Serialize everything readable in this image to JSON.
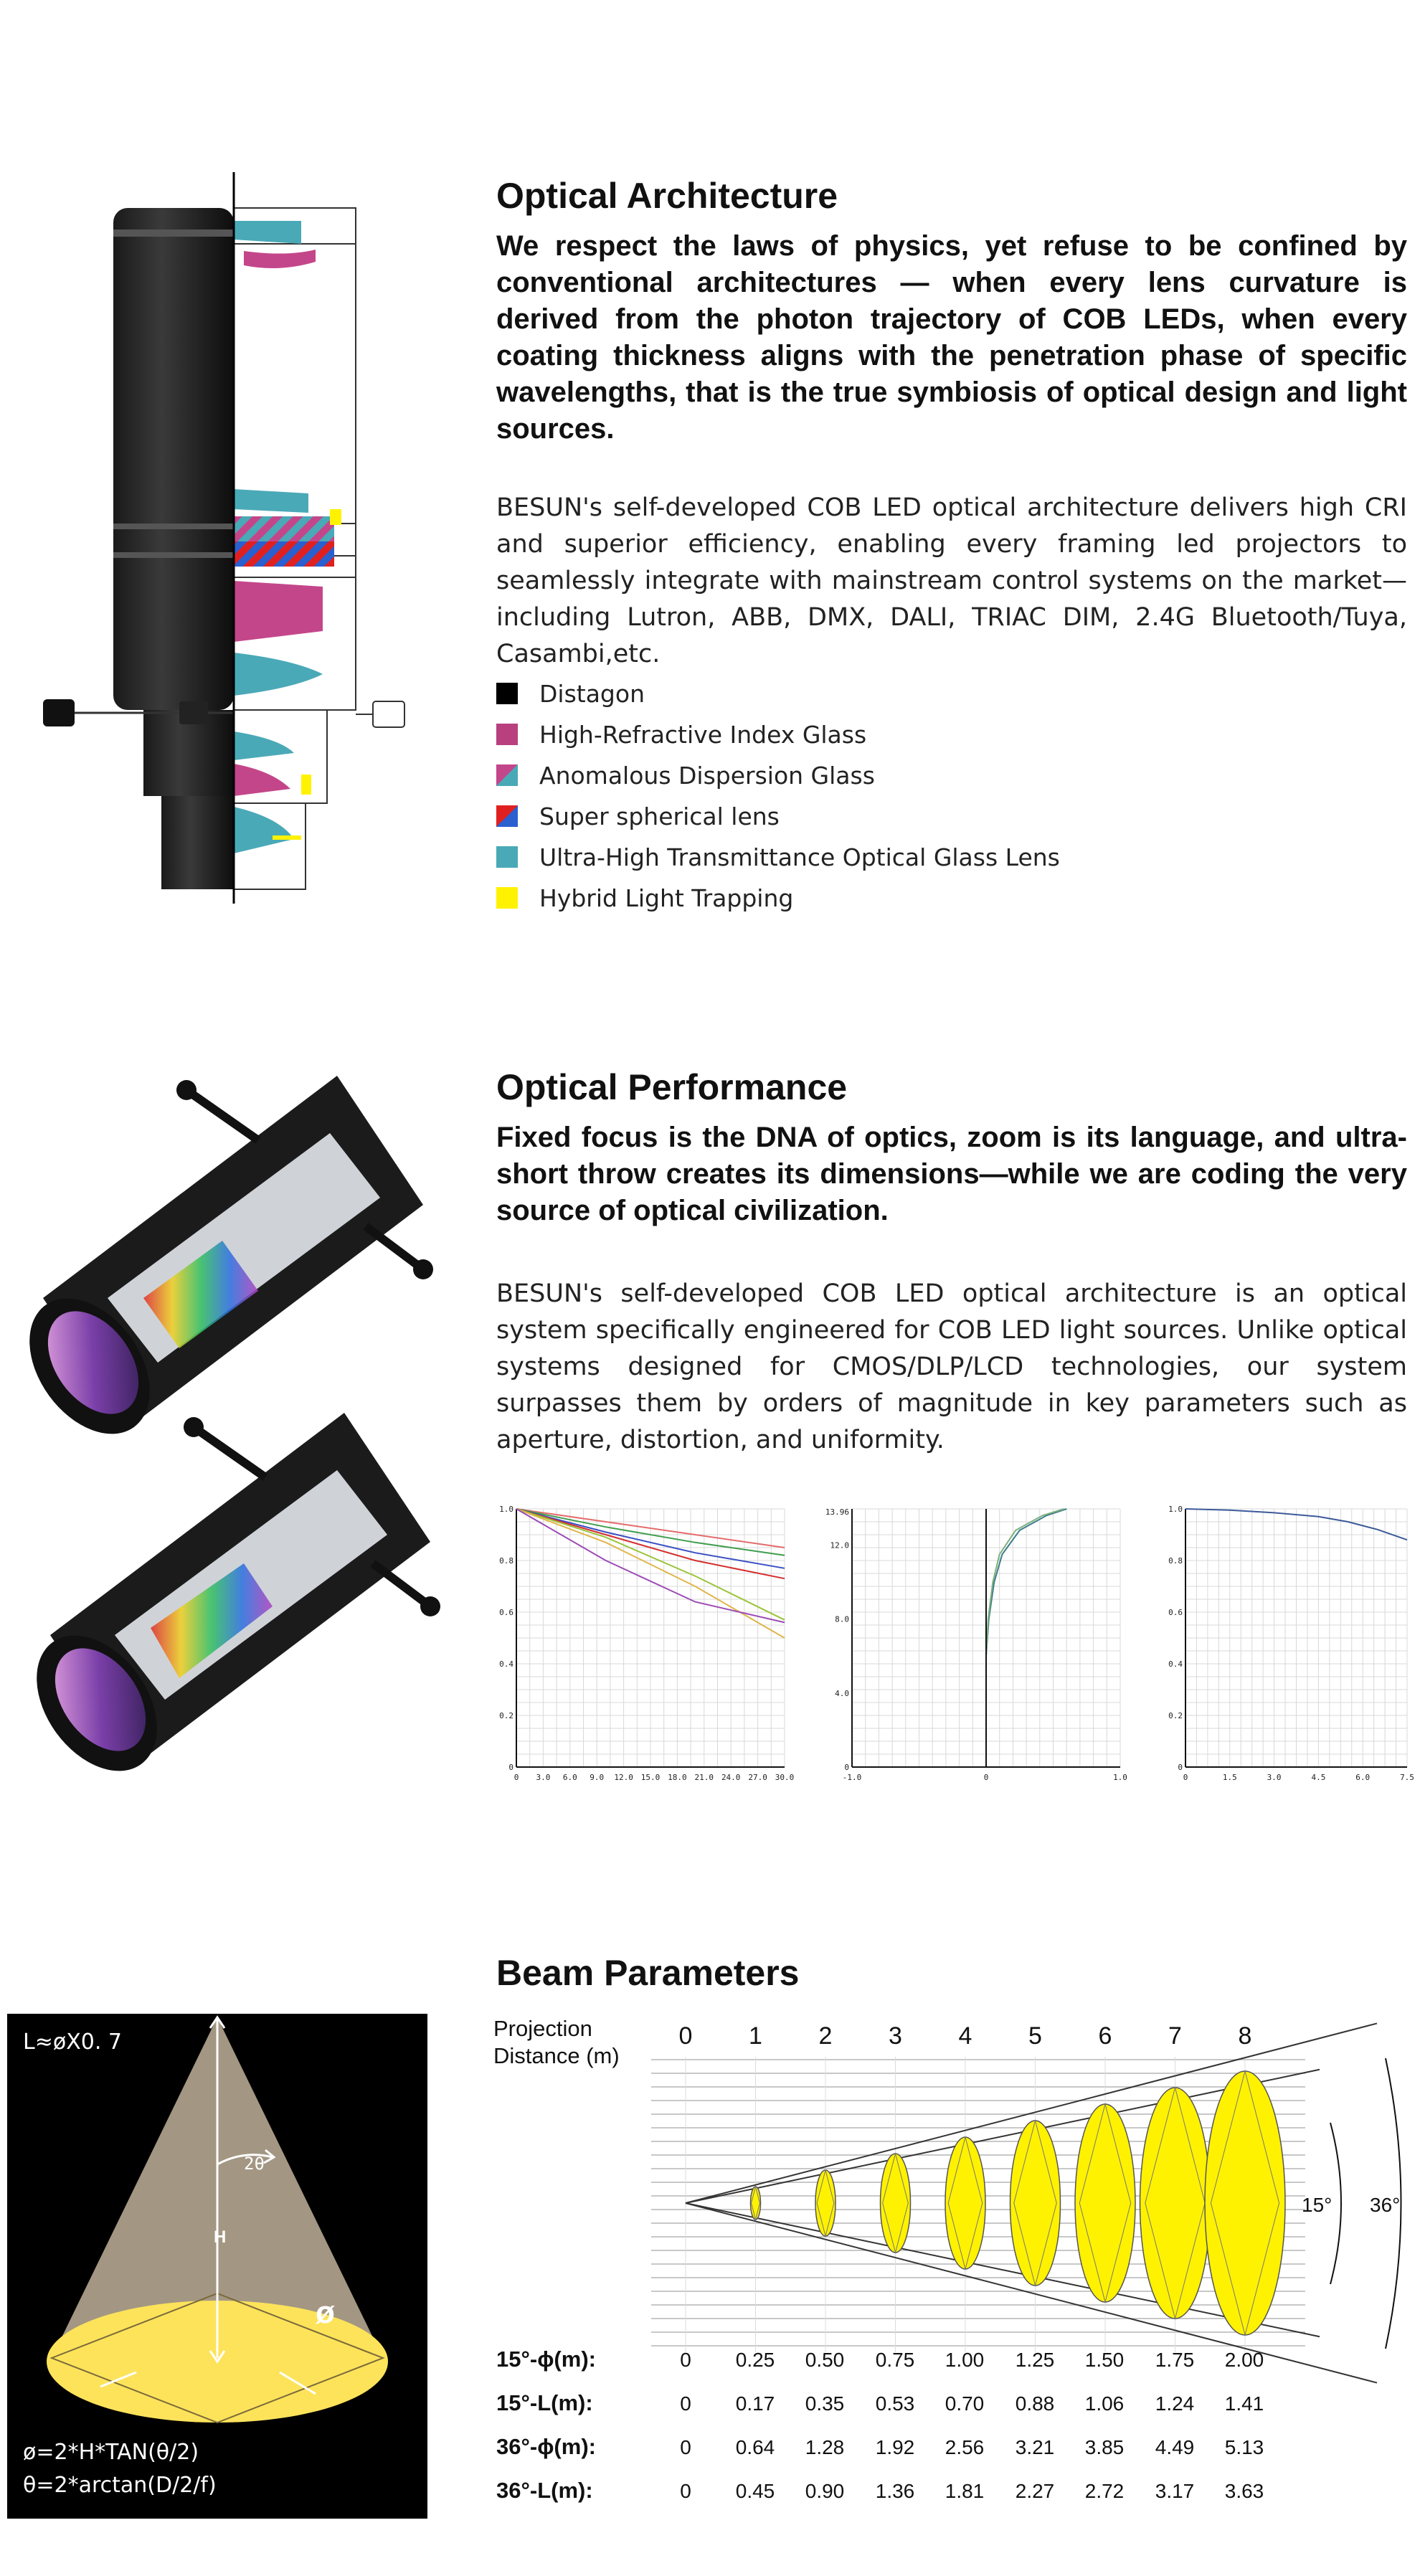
{
  "architecture": {
    "title": "Optical Architecture",
    "lead": "We respect the laws of physics, yet refuse to be confined by conventional architectures — when every lens curvature is derived from the photon trajectory of COB LEDs, when every coating thickness aligns with the penetration phase of specific wavelengths, that is the true symbiosis of optical design and light sources.",
    "body": "BESUN's self-developed COB LED optical architecture delivers high CRI and superior efficiency, enabling every framing led projectors to seamlessly integrate with mainstream control systems on the market—including Lutron, ABB, DMX, DALI, TRIAC DIM, 2.4G Bluetooth/Tuya, Casambi,etc.",
    "legend": [
      {
        "label": "Distagon",
        "color": "#000000"
      },
      {
        "label": "High-Refractive Index Glass",
        "color": "#b8407f"
      },
      {
        "label": "Anomalous Dispersion Glass",
        "color": "mixed-pink-teal"
      },
      {
        "label": "Super  spherical lens",
        "color": "mixed-red-blue"
      },
      {
        "label": "Ultra-High Transmittance Optical Glass Lens",
        "color": "#4aa9b7"
      },
      {
        "label": "Hybrid Light Trapping",
        "color": "#fff200"
      }
    ]
  },
  "performance": {
    "title": "Optical Performance",
    "lead": "Fixed focus is the DNA of optics, zoom is its language, and ultra-short throw creates its dimensions—while we are coding the very source of optical civilization.",
    "body": "BESUN's self-developed COB LED optical architecture is an optical system specifically engineered for COB LED light sources. Unlike optical systems designed for CMOS/DLP/LCD technologies, our system surpasses them by orders of magnitude in key parameters such as aperture, distortion, and uniformity."
  },
  "chart_data": [
    {
      "type": "line",
      "title": "",
      "x_ticks": [
        "0",
        "3.0",
        "6.0",
        "9.0",
        "12.0",
        "15.0",
        "18.0",
        "21.0",
        "24.0",
        "27.0",
        "30.0"
      ],
      "y_ticks": [
        "0",
        "0.2",
        "0.4",
        "0.6",
        "0.8",
        "1.0"
      ],
      "xlim": [
        0,
        30
      ],
      "ylim": [
        0,
        1
      ],
      "grid": true,
      "series": [
        {
          "color": "#e46c6c",
          "x": [
            0,
            10,
            20,
            30
          ],
          "y": [
            1.0,
            0.95,
            0.9,
            0.85
          ]
        },
        {
          "color": "#3f9e4d",
          "x": [
            0,
            10,
            20,
            30
          ],
          "y": [
            1.0,
            0.93,
            0.87,
            0.82
          ]
        },
        {
          "color": "#3a4fc4",
          "x": [
            0,
            10,
            20,
            30
          ],
          "y": [
            1.0,
            0.91,
            0.83,
            0.77
          ]
        },
        {
          "color": "#d32f2f",
          "x": [
            0,
            10,
            20,
            30
          ],
          "y": [
            1.0,
            0.9,
            0.8,
            0.73
          ]
        },
        {
          "color": "#9ac43a",
          "x": [
            0,
            10,
            20,
            30
          ],
          "y": [
            1.0,
            0.89,
            0.74,
            0.57
          ]
        },
        {
          "color": "#e0b64a",
          "x": [
            0,
            10,
            20,
            30
          ],
          "y": [
            1.0,
            0.87,
            0.7,
            0.5
          ]
        },
        {
          "color": "#9c4bb5",
          "x": [
            0,
            10,
            20,
            30
          ],
          "y": [
            1.0,
            0.8,
            0.64,
            0.56
          ]
        }
      ]
    },
    {
      "type": "line",
      "title": "",
      "top_label": "13.96",
      "x_ticks": [
        "-1.0",
        "0",
        "1.0"
      ],
      "y_ticks": [
        "0",
        "4.0",
        "8.0",
        "12.0"
      ],
      "xlim": [
        -1,
        1
      ],
      "ylim": [
        0,
        13.96
      ],
      "grid": true,
      "series": [
        {
          "color": "#3a7d8a",
          "x": [
            0,
            0,
            0.02,
            0.06,
            0.12,
            0.25,
            0.45,
            0.6
          ],
          "y": [
            0,
            6,
            8,
            10,
            11.5,
            12.8,
            13.6,
            13.96
          ]
        },
        {
          "color": "#7fb07f",
          "x": [
            0,
            0,
            0.015,
            0.05,
            0.1,
            0.22,
            0.42,
            0.58
          ],
          "y": [
            0,
            6,
            8,
            10,
            11.5,
            12.8,
            13.6,
            13.96
          ]
        }
      ]
    },
    {
      "type": "line",
      "title": "",
      "x_ticks": [
        "0",
        "1.5",
        "3.0",
        "4.5",
        "6.0",
        "7.5"
      ],
      "y_ticks": [
        "0",
        "0.2",
        "0.4",
        "0.6",
        "0.8",
        "1.0"
      ],
      "xlim": [
        0,
        7.5
      ],
      "ylim": [
        0,
        1
      ],
      "grid": true,
      "series": [
        {
          "color": "#3d5a9a",
          "x": [
            0,
            1.5,
            3.0,
            4.5,
            5.5,
            6.5,
            7.5
          ],
          "y": [
            1.0,
            0.995,
            0.985,
            0.97,
            0.95,
            0.92,
            0.88
          ]
        }
      ]
    }
  ],
  "beam": {
    "title": "Beam Parameters",
    "cone_formula_top": "L≈øΧ0. 7",
    "cone_label_angle": "2θ",
    "cone_label_h": "H",
    "cone_label_diam": "ø",
    "formula_1": "ø=2*H*TAN(θ/2)",
    "formula_2": "θ=2*arctan(D/2/f)",
    "distance_label_1": "Projection",
    "distance_label_2": "Distance (m)",
    "distances": [
      "0",
      "1",
      "2",
      "3",
      "4",
      "5",
      "6",
      "7",
      "8"
    ],
    "angle_small": "15°",
    "angle_large": "36°",
    "rows": [
      {
        "label": "15°-ϕ(m):",
        "values": [
          "0",
          "0.25",
          "0.50",
          "0.75",
          "1.00",
          "1.25",
          "1.50",
          "1.75",
          "2.00"
        ]
      },
      {
        "label": "15°-L(m):",
        "values": [
          "0",
          "0.17",
          "0.35",
          "0.53",
          "0.70",
          "0.88",
          "1.06",
          "1.24",
          "1.41"
        ]
      },
      {
        "label": "36°-ϕ(m):",
        "values": [
          "0",
          "0.64",
          "1.28",
          "1.92",
          "2.56",
          "3.21",
          "3.85",
          "4.49",
          "5.13"
        ]
      },
      {
        "label": "36°-L(m):",
        "values": [
          "0",
          "0.45",
          "0.90",
          "1.36",
          "1.81",
          "2.27",
          "2.72",
          "3.17",
          "3.63"
        ]
      }
    ]
  }
}
